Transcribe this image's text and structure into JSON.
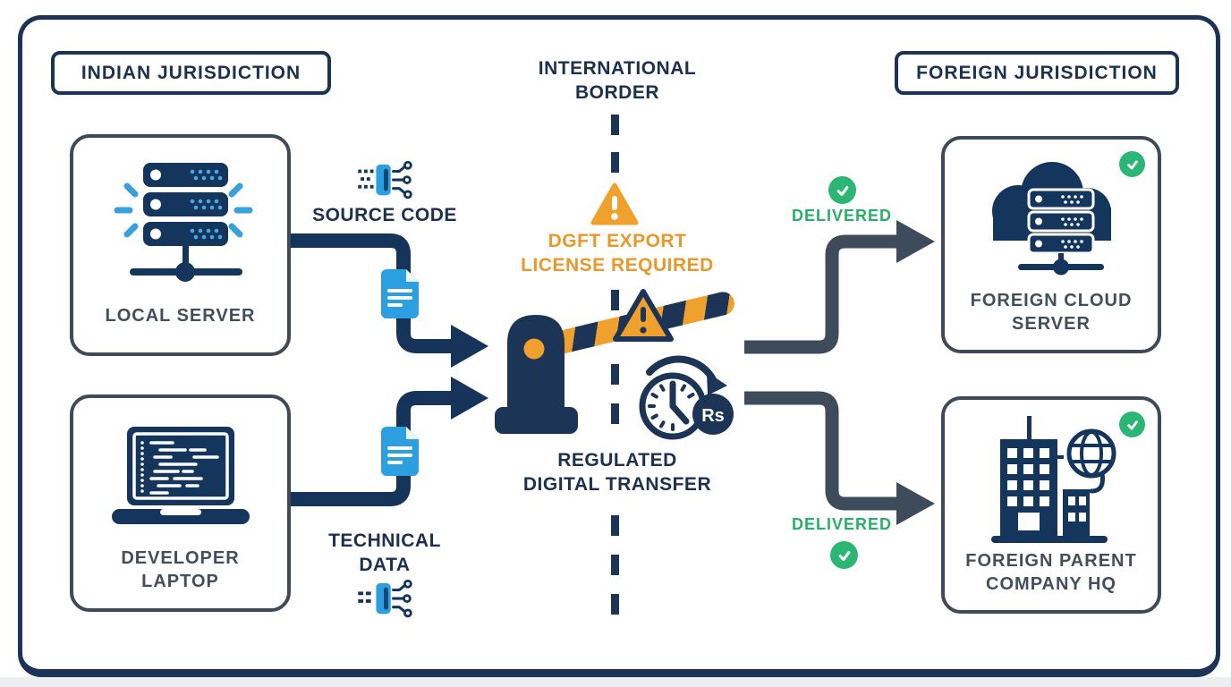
{
  "colors": {
    "navy": "#1c3355",
    "slate_arrow": "#3e4b5b",
    "navy_arrow": "#16335a",
    "label_gray": "#434e5d",
    "orange": "#f0a02c",
    "orange_text": "#e9992b",
    "accent_blue": "#2b9fe0",
    "green": "#2bb673",
    "background": "#ffffff"
  },
  "jurisdictions": {
    "left": "INDIAN JURISDICTION",
    "right": "FOREIGN JURISDICTION"
  },
  "border": {
    "title_line1": "INTERNATIONAL",
    "title_line2": "BORDER"
  },
  "warning": {
    "line1": "DGFT EXPORT",
    "line2": "LICENSE REQUIRED"
  },
  "checkpoint": {
    "label_line1": "REGULATED",
    "label_line2": "DIGITAL TRANSFER",
    "currency_badge": "Rs"
  },
  "flows": {
    "source_code": "SOURCE CODE",
    "technical_data_line1": "TECHNICAL",
    "technical_data_line2": "DATA"
  },
  "nodes": {
    "local_server": "LOCAL SERVER",
    "developer_laptop_line1": "DEVELOPER",
    "developer_laptop_line2": "LAPTOP",
    "foreign_cloud_line1": "FOREIGN CLOUD",
    "foreign_cloud_line2": "SERVER",
    "foreign_parent_line1": "FOREIGN PARENT",
    "foreign_parent_line2": "COMPANY HQ"
  },
  "status": {
    "delivered_top": "DELIVERED",
    "delivered_bottom": "DELIVERED"
  },
  "icons": {
    "delivered_badge": "check-circle-icon",
    "warning_triangle": "warning-triangle-icon",
    "barrier": "boom-barrier-icon",
    "clock_fee": "clock-rupee-icon",
    "local_server": "server-rack-icon",
    "developer_laptop": "code-laptop-icon",
    "foreign_cloud": "cloud-server-icon",
    "foreign_parent": "company-building-globe-icon",
    "document": "document-file-icon",
    "data_transfer": "data-transfer-chip-icon"
  }
}
